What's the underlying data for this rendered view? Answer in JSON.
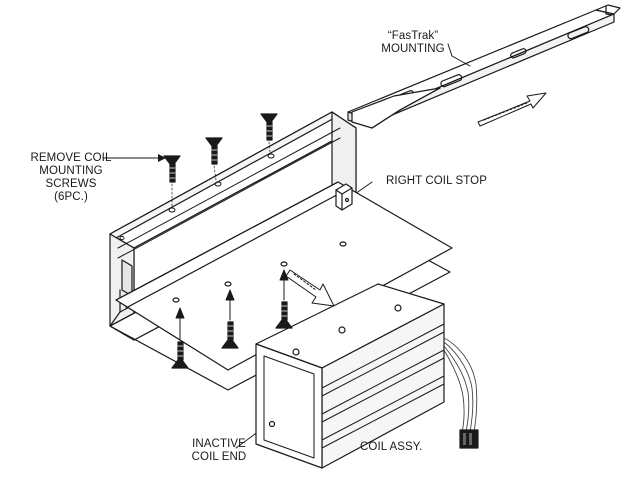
{
  "labels": {
    "remove_coil": [
      "REMOVE COIL",
      "MOUNTING",
      "SCREWS",
      "(6PC.)"
    ],
    "fastrak": [
      "“FasTrak”",
      "MOUNTING"
    ],
    "right_coil_stop": "RIGHT COIL STOP",
    "inactive_coil_end": [
      "INACTIVE",
      "COIL END"
    ],
    "coil_assy": "COIL ASSY."
  },
  "colors": {
    "ink": "#1a1a1a",
    "background": "#ffffff",
    "hatch": "#555555"
  }
}
